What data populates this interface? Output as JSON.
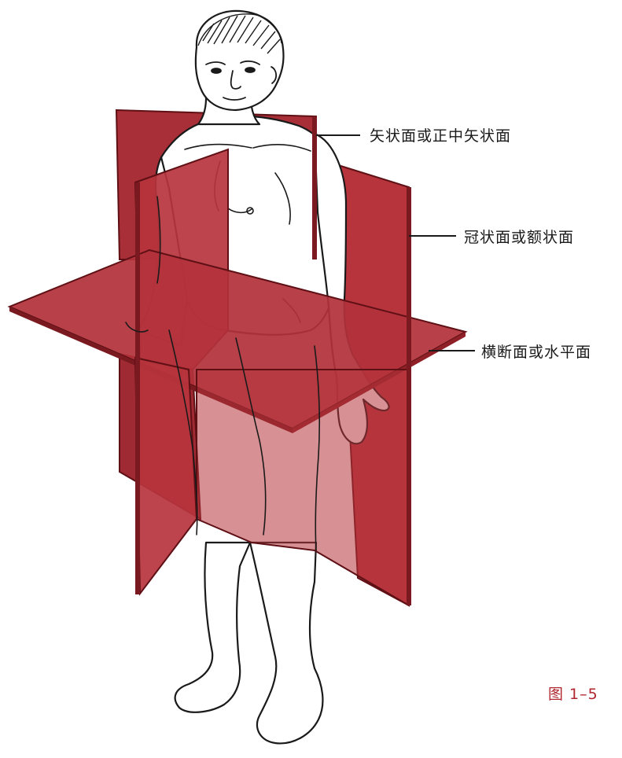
{
  "labels": {
    "sagittal": "矢状面或正中矢状面",
    "coronal": "冠状面或额状面",
    "horizontal": "横断面或水平面"
  },
  "caption": "图 1–5",
  "colors": {
    "plane_fill": "#b7343d",
    "plane_fill_dark": "#8f2027",
    "plane_edge": "#5e1015",
    "outline": "#1a1a1a",
    "caption": "#b0262f"
  },
  "icons": {
    "figure": "human-body-illustration"
  }
}
